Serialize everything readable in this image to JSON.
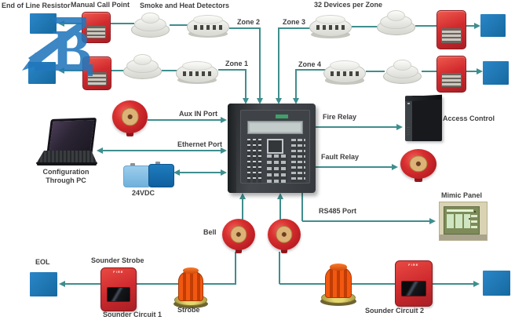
{
  "diagram": {
    "title_labels": {
      "end_of_line_resistor": "End of Line Resistor",
      "manual_call_point": "Manual Call Point",
      "smoke_and_heat_detectors": "Smoke and Heat Detectors",
      "devices_per_zone": "32 Devices per Zone"
    },
    "zones": {
      "zone1": "Zone 1",
      "zone2": "Zone 2",
      "zone3": "Zone 3",
      "zone4": "Zone 4"
    },
    "ports": {
      "aux_in": "Aux IN Port",
      "ethernet": "Ethernet Port",
      "rs485": "RS485 Port"
    },
    "relays": {
      "fire": "Fire Relay",
      "fault": "Fault Relay"
    },
    "labels": {
      "configuration_line1": "Configuration",
      "configuration_line2": "Through PC",
      "power": "24VDC",
      "access_control": "Access Control",
      "mimic_panel": "Mimic Panel",
      "eol": "EOL",
      "sounder_strobe": "Sounder Strobe",
      "sounder_circuit_1": "Sounder Circuit 1",
      "sounder_circuit_2": "Sounder Circuit 2",
      "strobe": "Strobe",
      "bell": "Bell",
      "fire_marking": "FIRE"
    },
    "colors": {
      "wire": "#3f8e8e",
      "eol_blue": "#1b75b9",
      "device_red": "#d02b2f",
      "strobe_orange": "#e8500e",
      "panel_gray": "#3b3e41",
      "watermark_blue": "#2277bd",
      "battery_light": "#8ec4e6",
      "battery_dark": "#1873b5",
      "text": "#3f3f3f"
    }
  }
}
